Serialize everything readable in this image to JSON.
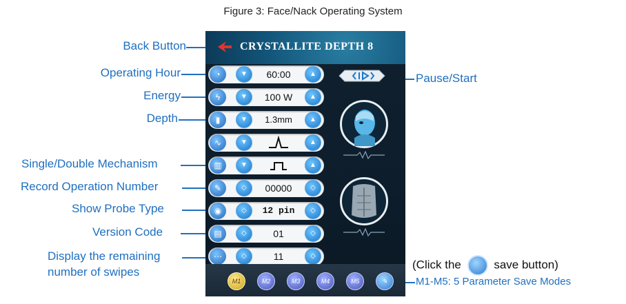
{
  "figure": {
    "caption": "Figure 3: Face/Nack Operating System"
  },
  "screen": {
    "title": "CRYSTALLITE DEPTH 8",
    "rows": [
      {
        "key": "operating_hour",
        "value": "60:00"
      },
      {
        "key": "energy",
        "value": "100 W"
      },
      {
        "key": "depth",
        "value": "1.3mm"
      },
      {
        "key": "pulse_shape",
        "value": ""
      },
      {
        "key": "mechanism",
        "value": ""
      },
      {
        "key": "record_number",
        "value": "00000"
      },
      {
        "key": "probe_type",
        "value": "12 pin"
      },
      {
        "key": "version",
        "value": "01"
      },
      {
        "key": "remaining_swipes",
        "value": "11"
      }
    ],
    "modes": [
      "M1",
      "M2",
      "M3",
      "M4",
      "M5"
    ]
  },
  "callouts": {
    "back_button": "Back Button",
    "operating_hour": "Operating Hour",
    "energy": "Energy",
    "depth": "Depth",
    "single_double": "Single/Double Mechanism",
    "record_operation": "Record Operation Number",
    "probe_type": "Show Probe Type",
    "version_code": "Version Code",
    "remaining_line1": "Display the remaining",
    "remaining_line2": "number of swipes",
    "pause_start": "Pause/Start",
    "save_modes": "M1-M5: 5 Parameter Save Modes"
  },
  "save_note": {
    "prefix": "(Click the",
    "suffix": "save button)"
  },
  "colors": {
    "callout": "#1f6fc0",
    "active_mode": "#c9a21d"
  }
}
